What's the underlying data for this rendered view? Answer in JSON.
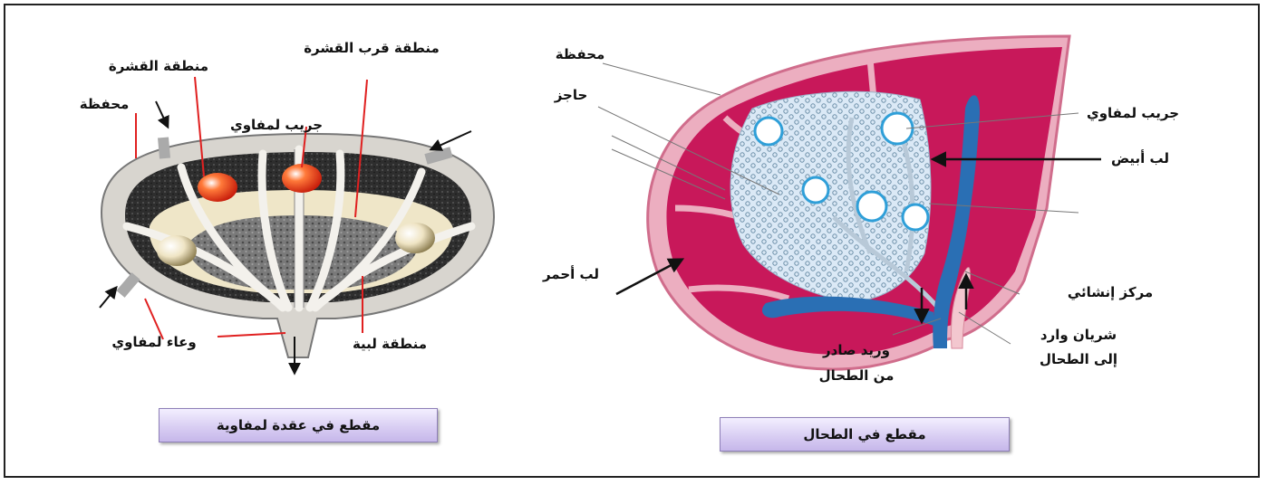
{
  "lymph_node": {
    "caption": "مقطع في عقدة لمفاوية",
    "labels": {
      "cortex": "منطقة القشرة",
      "paracortex": "منطقة قرب القشرة",
      "capsule": "محفظة",
      "follicle": "جريب لمفاوي",
      "vessel": "وعاء لمفاوي",
      "medulla": "منطقة لبية"
    }
  },
  "spleen": {
    "caption": "مقطع في الطحال",
    "labels": {
      "capsule": "محفظة",
      "septum": "حاجز",
      "follicle": "جريب لمفاوي",
      "white_pulp": "لب أبيض",
      "red_pulp": "لب أحمر",
      "germinal_center": "مركز إنشائي",
      "artery_line1": "شريان وارد",
      "artery_line2": "إلى الطحال",
      "vein_line1": "وريد صادر",
      "vein_line2": "من  الطحال"
    }
  },
  "colors": {
    "spleen_red": "#c8185a",
    "spleen_pink": "#e8a0b4",
    "white_pulp": "#dbe9f6",
    "vein_blue": "#2a6fb4",
    "follicle_ring": "#2f9fd8",
    "node_dark": "#3a3a3a",
    "node_cream": "#efe6c8",
    "caption_bg": "#d9cef3"
  }
}
